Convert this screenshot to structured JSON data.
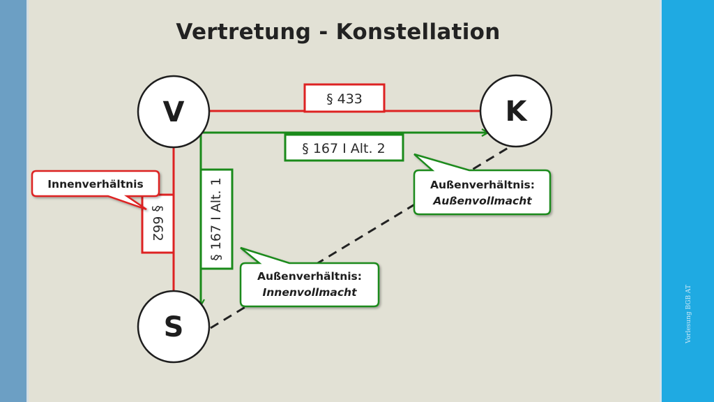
{
  "slide": {
    "title": "Vertretung - Konstellation",
    "footer": "Vorlesung BGB AT"
  },
  "nodes": {
    "v": "V",
    "k": "K",
    "s": "S"
  },
  "relations": {
    "vk_label": "§ 433",
    "vs_label": "§ 662",
    "vs_agency_label": "§ 167 I Alt. 1",
    "vk_agency_label": "§ 167 I Alt. 2"
  },
  "callouts": {
    "innenverhaeltnis": "Innenverhältnis",
    "aussen_innen": {
      "line1": "Außenverhältnis:",
      "line2": "Innenvollmacht"
    },
    "aussen_aussen": {
      "line1": "Außenverhältnis:",
      "line2": "Außenvollmacht"
    }
  },
  "colors": {
    "red": "#dd2222",
    "green": "#1a8a1a",
    "dashed": "#222222",
    "left_bar": "#6c9fc4",
    "right_bar": "#1faae2",
    "background": "#e2e1d5"
  }
}
